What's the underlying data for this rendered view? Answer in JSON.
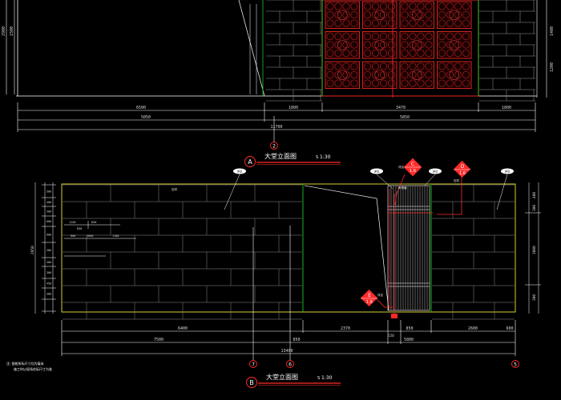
{
  "drawing": {
    "elevation_a": {
      "marker": "A",
      "title": "大堂立面图",
      "scale": "1:30"
    },
    "elevation_b": {
      "marker": "B",
      "title": "大堂立面图",
      "scale": "1:30"
    },
    "axis_upper": "2",
    "axis_lower": [
      "7",
      "6",
      "5"
    ],
    "notes": {
      "line1": "注: 图纸所标尺寸均为毫米",
      "line2": "施工时以现场实际尺寸为准"
    },
    "callouts": {
      "c": {
        "letter": "C",
        "sheet": "1.6"
      },
      "d": {
        "letter": "D",
        "sheet": "1.6"
      },
      "e": {
        "letter": "E",
        "sheet": "1.6"
      }
    },
    "tags": [
      "详见",
      "详见",
      "详见",
      "详见",
      "详见",
      "详见"
    ],
    "material_labels": [
      "石材",
      "石材",
      "木饰面"
    ],
    "dims_upper": {
      "segments": [
        "6500",
        "1800",
        "3470",
        "1800"
      ],
      "mid": [
        "5050",
        "5850"
      ],
      "total": "11700",
      "left_vertical": [
        "2900",
        "1500"
      ],
      "right_vertical": [
        "1400",
        "1200"
      ]
    },
    "dims_lower": {
      "segments": [
        "6400",
        "2370",
        "850",
        "2600",
        "600"
      ],
      "sub": [
        "7500",
        "5800",
        "150",
        "850"
      ],
      "total": "13400",
      "left_vertical": [
        "2950",
        "500",
        "400",
        "300",
        "600",
        "600",
        "300",
        "300",
        "300",
        "450",
        "300"
      ],
      "right_vertical": [
        "400",
        "3000",
        "300",
        "300"
      ],
      "grid_notes": [
        "1150",
        "850",
        "850",
        "600",
        "1000",
        "1100"
      ]
    }
  }
}
